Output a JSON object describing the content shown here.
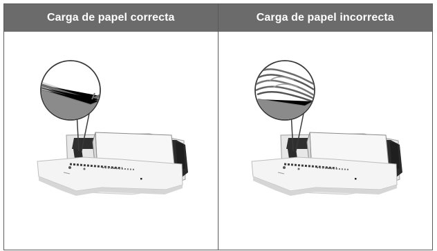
{
  "table": {
    "headers": [
      "Carga de papel correcta",
      "Carga de papel incorrecta"
    ]
  },
  "illustrations": [
    {
      "state": "correct",
      "icon": "paper-tray-flat-stack-illustration"
    },
    {
      "state": "incorrect",
      "icon": "paper-tray-curled-stack-illustration"
    }
  ],
  "colors": {
    "header_bg": "#6b6b6b",
    "header_text": "#ffffff",
    "border": "#5a5a5a",
    "tray_dark": "#2b2b2b",
    "tray_light": "#f4f4f4"
  }
}
